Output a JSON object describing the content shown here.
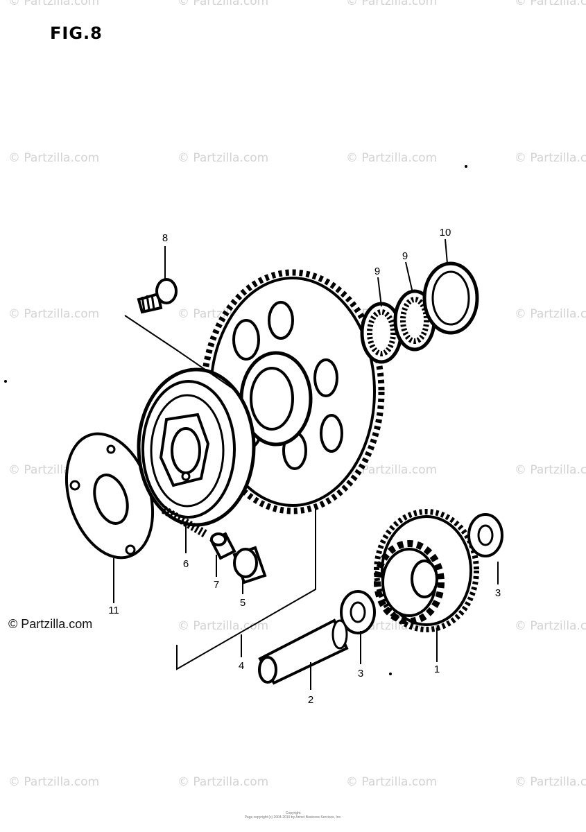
{
  "figure": {
    "title": "FIG.8"
  },
  "watermark": {
    "text": "© Partzilla.com"
  },
  "copyright": {
    "text": "© Partzilla.com"
  },
  "footer": {
    "line1": "Copyright",
    "line2": "Page copyright (c) 2004-2019 by Arinet Business Services, Inc."
  },
  "callouts": [
    {
      "id": "1",
      "label": "1"
    },
    {
      "id": "2",
      "label": "2"
    },
    {
      "id": "3a",
      "label": "3"
    },
    {
      "id": "3b",
      "label": "3"
    },
    {
      "id": "4",
      "label": "4"
    },
    {
      "id": "5",
      "label": "5"
    },
    {
      "id": "6",
      "label": "6"
    },
    {
      "id": "7",
      "label": "7"
    },
    {
      "id": "8",
      "label": "8"
    },
    {
      "id": "9a",
      "label": "9"
    },
    {
      "id": "9b",
      "label": "9"
    },
    {
      "id": "10",
      "label": "10"
    },
    {
      "id": "11",
      "label": "11"
    }
  ],
  "colors": {
    "ink": "#000000",
    "watermark": "#d3d3d3",
    "paper": "#ffffff"
  }
}
